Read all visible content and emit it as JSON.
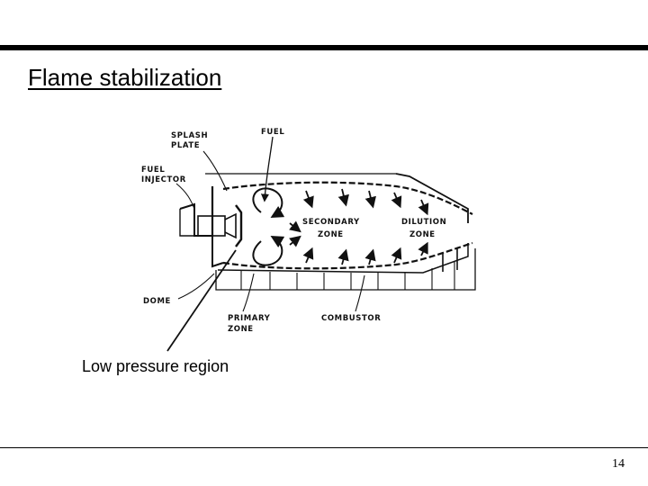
{
  "slide": {
    "title": "Flame stabilization",
    "page_number": "14"
  },
  "diagram": {
    "labels": {
      "splash_plate_line1": "SPLASH",
      "splash_plate_line2": "PLATE",
      "fuel": "FUEL",
      "fuel_injector_line1": "FUEL",
      "fuel_injector_line2": "INJECTOR",
      "secondary_zone_line1": "SECONDARY",
      "secondary_zone_line2": "ZONE",
      "dilution_zone_line1": "DILUTION",
      "dilution_zone_line2": "ZONE",
      "dome": "DOME",
      "primary_zone_line1": "PRIMARY",
      "primary_zone_line2": "ZONE",
      "combustor": "COMBUSTOR"
    },
    "annotation": "Low pressure region"
  }
}
